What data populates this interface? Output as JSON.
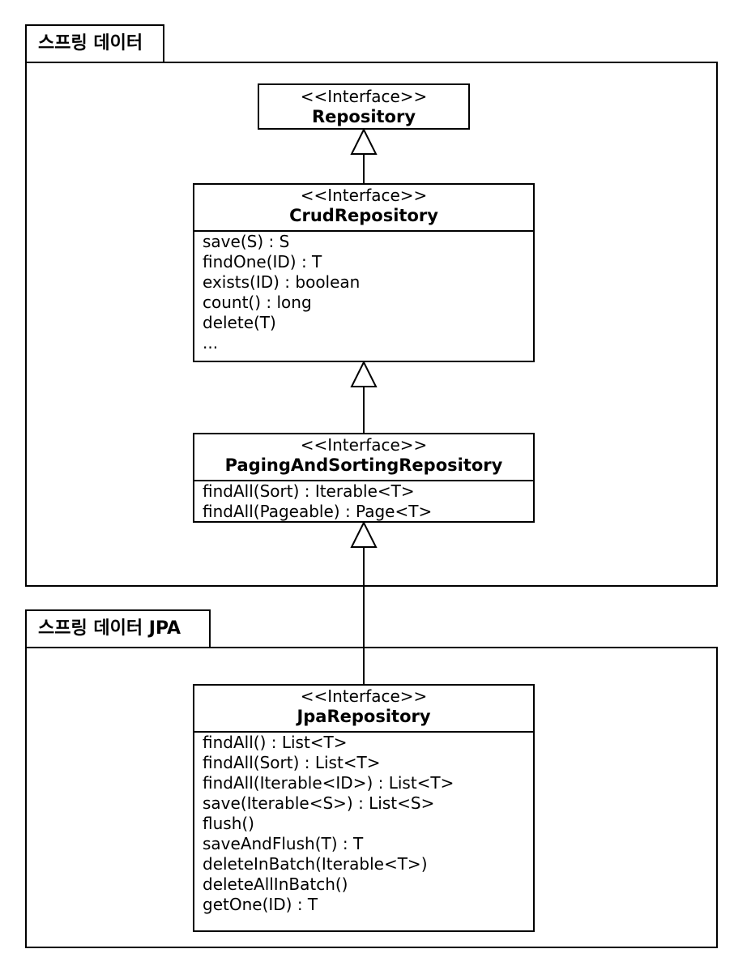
{
  "packages": {
    "spring_data": {
      "title": "스프링 데이터"
    },
    "spring_data_jpa": {
      "title": "스프링 데이터 JPA"
    }
  },
  "classes": {
    "repository": {
      "stereotype": "<<Interface>>",
      "name": "Repository",
      "operations": []
    },
    "crud_repository": {
      "stereotype": "<<Interface>>",
      "name": "CrudRepository",
      "operations": [
        "save(S) : S",
        "findOne(ID) : T",
        "exists(ID) : boolean",
        "count() : long",
        "delete(T)",
        "..."
      ]
    },
    "paging_repository": {
      "stereotype": "<<Interface>>",
      "name": "PagingAndSortingRepository",
      "operations": [
        "findAll(Sort) : Iterable<T>",
        "findAll(Pageable) : Page<T>"
      ]
    },
    "jpa_repository": {
      "stereotype": "<<Interface>>",
      "name": "JpaRepository",
      "operations": [
        "findAll() : List<T>",
        "findAll(Sort) : List<T>",
        "findAll(Iterable<ID>) : List<T>",
        "save(Iterable<S>) : List<S>",
        "flush()",
        "saveAndFlush(T) : T",
        "deleteInBatch(Iterable<T>)",
        "deleteAllInBatch()",
        "getOne(ID) : T"
      ]
    }
  }
}
